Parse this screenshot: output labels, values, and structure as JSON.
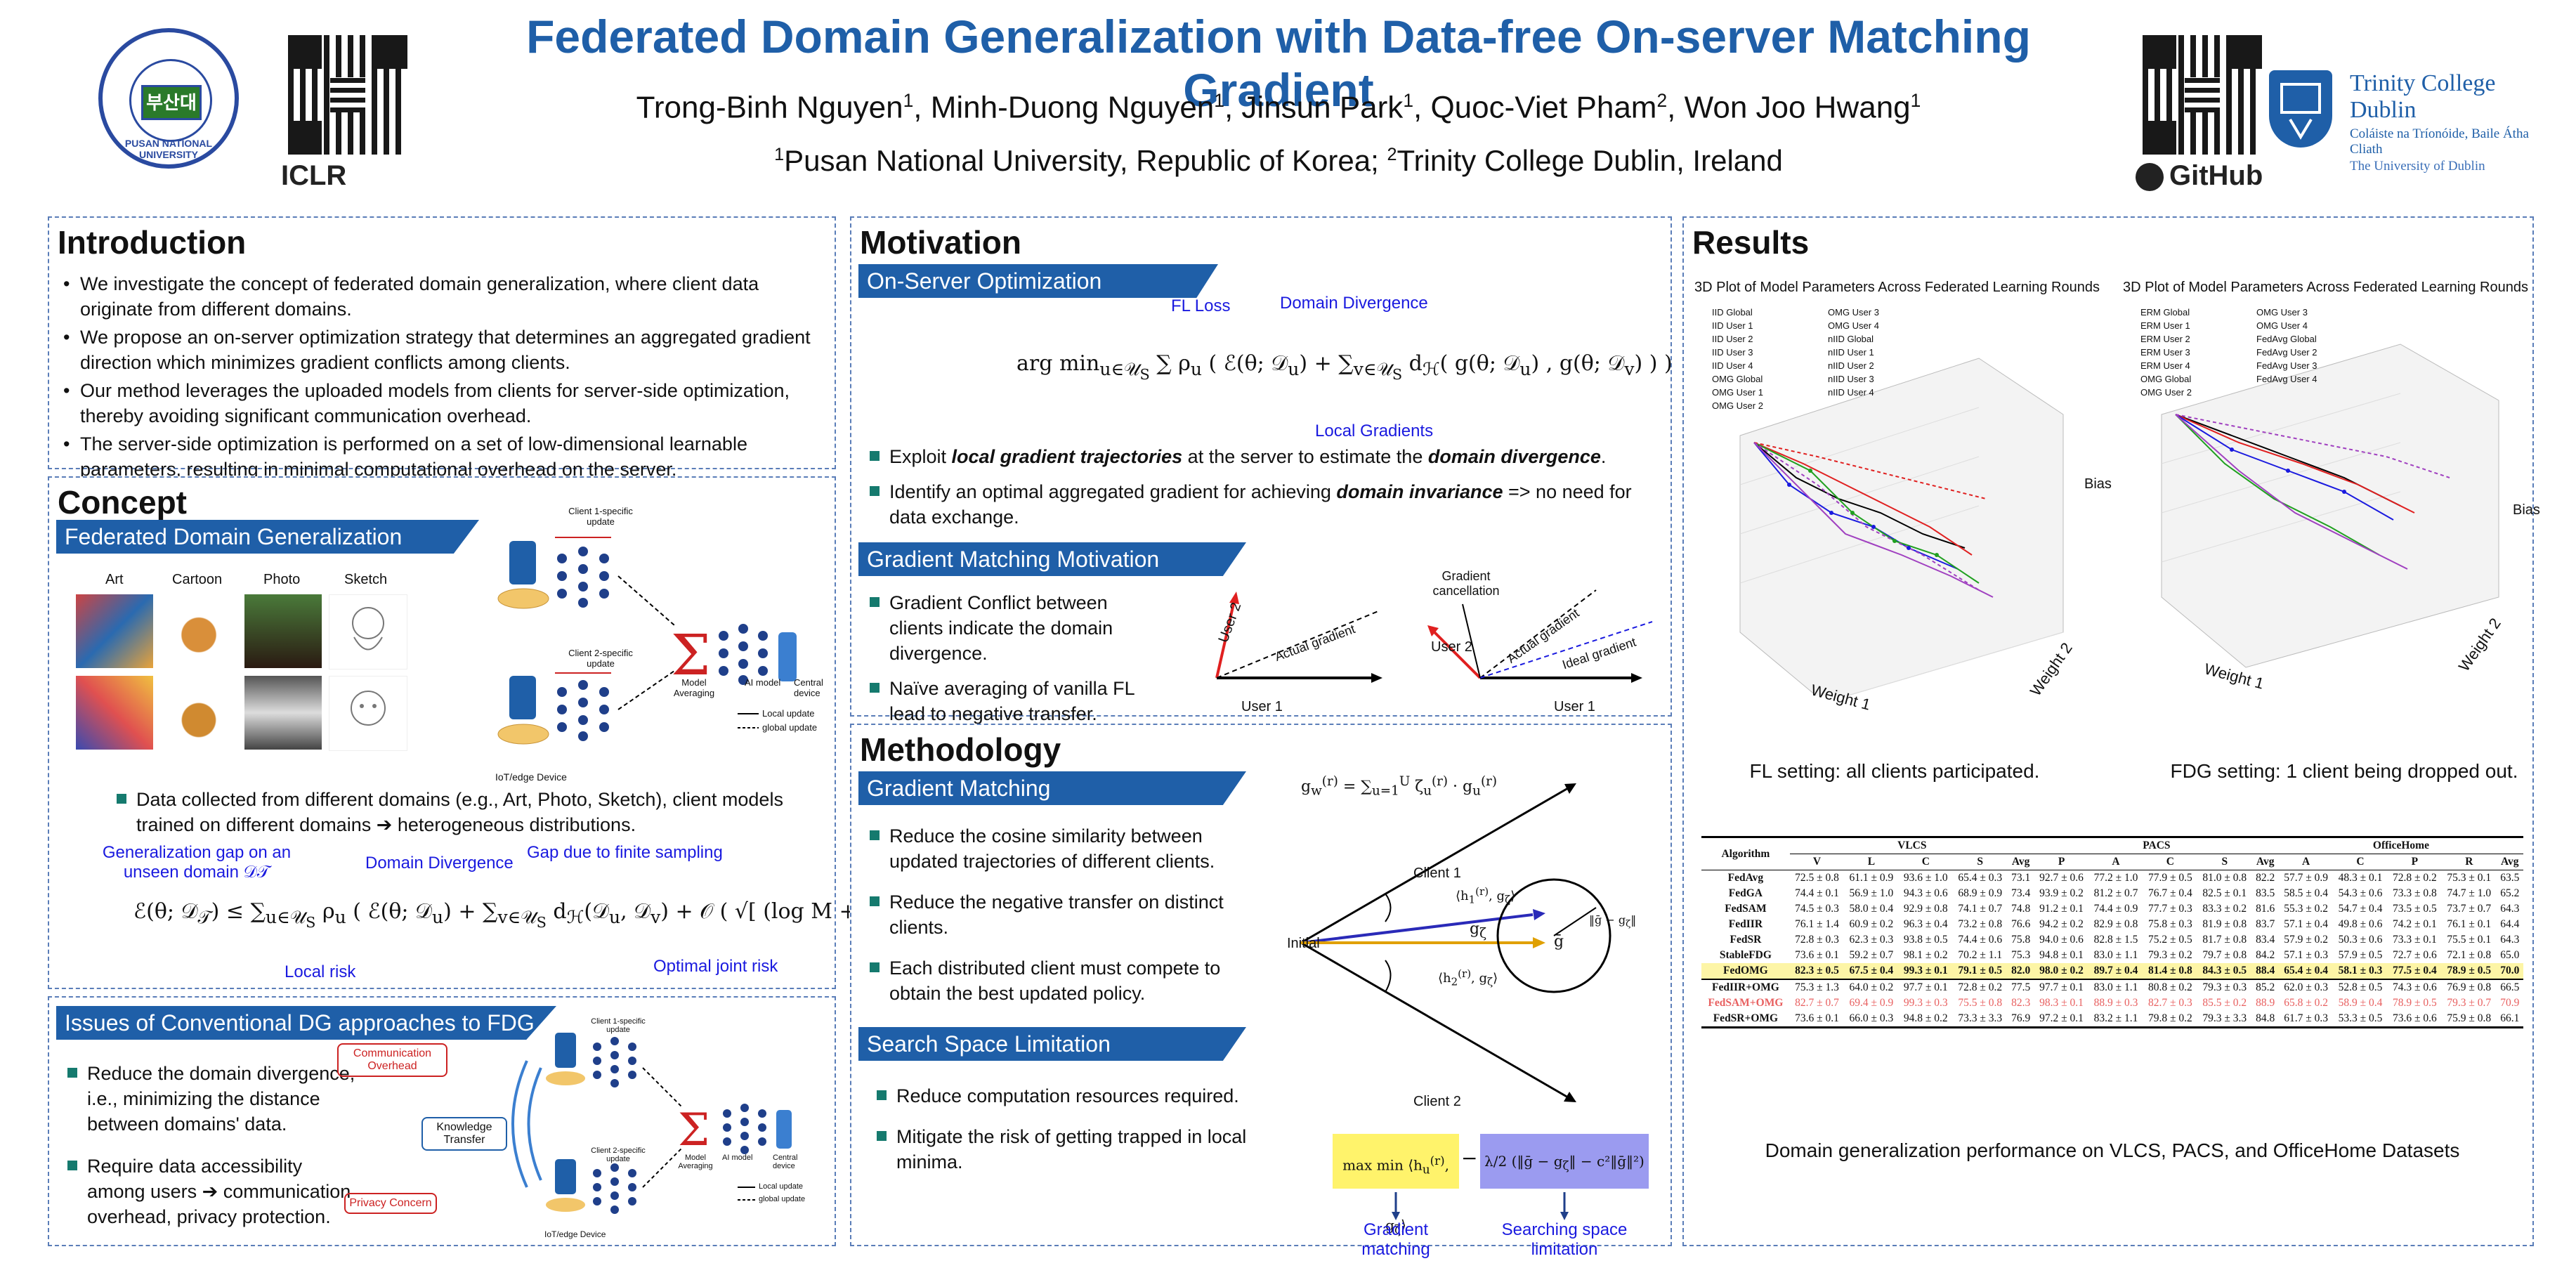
{
  "header": {
    "title": "Federated Domain Generalization with Data-free On-server Matching Gradient",
    "authors": [
      {
        "name": "Trong-Binh Nguyen",
        "aff": "1"
      },
      {
        "name": "Minh-Duong Nguyen",
        "aff": "1"
      },
      {
        "name": "Jinsun Park",
        "aff": "1"
      },
      {
        "name": "Quoc-Viet Pham",
        "aff": "2"
      },
      {
        "name": "Won Joo Hwang",
        "aff": "1"
      }
    ],
    "affiliations": [
      {
        "num": "1",
        "text": "Pusan National University, Republic of Korea;"
      },
      {
        "num": "2",
        "text": "Trinity College Dublin, Ireland"
      }
    ],
    "logo_left_text": "PUSAN NATIONAL UNIVERSITY",
    "logo_left_mark": "부산대",
    "iclr_label": "ICLR",
    "github_label": "GitHub",
    "tcd_name": "Trinity College Dublin",
    "tcd_irish": "Coláiste na Tríonóide, Baile Átha Cliath",
    "tcd_university": "The University of Dublin"
  },
  "introduction": {
    "title": "Introduction",
    "bullets": [
      "We investigate the concept of federated domain generalization, where client data originate from different domains.",
      "We propose an on-server optimization strategy that determines an aggregated gradient direction which minimizes gradient conflicts among clients.",
      "Our method leverages the uploaded models from clients for server-side optimization, thereby avoiding significant communication overhead.",
      "The server-side optimization is performed on a set of low-dimensional learnable parameters, resulting in minimal computational overhead on the server."
    ]
  },
  "concept": {
    "title": "Concept",
    "fdg_banner": "Federated Domain Generalization",
    "domains": [
      "Art",
      "Cartoon",
      "Photo",
      "Sketch"
    ],
    "client1_label": "Client 1-specific update",
    "client2_label": "Client 2-specific update",
    "model_averaging": "Model Averaging",
    "ai_model": "AI model",
    "central_device": "Central device",
    "local_update": "Local update",
    "global_update": "global update",
    "iot_device": "IoT/edge Device",
    "bullet": "Data collected from different domains (e.g., Art, Photo, Sketch), client models trained on different domains ➔ heterogeneous distributions.",
    "gen_gap": "Generalization gap on an unseen domain 𝒟𝒯",
    "domain_divergence": "Domain Divergence",
    "finite_sampling": "Gap due to finite sampling",
    "local_risk": "Local risk",
    "optimal_joint": "Optimal joint risk"
  },
  "issues": {
    "title": "Issues of Conventional DG approaches to FDG",
    "bullets": [
      "Reduce the domain divergence, i.e., minimizing the distance between domains' data.",
      "Require data accessibility among users ➔ communication overhead, privacy protection."
    ],
    "comm_overhead": "Communication Overhead",
    "knowledge_transfer": "Knowledge Transfer",
    "privacy_concern": "Privacy Concern",
    "client1_label": "Client 1-specific update",
    "client2_label": "Client 2-specific update",
    "model_averaging": "Model Averaging",
    "ai_model": "AI model",
    "central_device": "Central device",
    "local_update": "Local update",
    "global_update": "global update",
    "iot_device": "IoT/edge Device"
  },
  "motivation": {
    "title": "Motivation",
    "on_server_banner": "On-Server Optimization",
    "fl_loss": "FL Loss",
    "domain_divergence": "Domain Divergence",
    "local_gradients": "Local Gradients",
    "bullets": [
      {
        "pre": "Exploit ",
        "em": "local gradient trajectories",
        "mid": " at the server to estimate the ",
        "em2": "domain divergence",
        "post": "."
      },
      {
        "pre": "Identify an optimal aggregated gradient for achieving ",
        "em": "domain invariance",
        "mid": " => no need for data exchange.",
        "em2": "",
        "post": ""
      }
    ],
    "gm_banner": "Gradient Matching Motivation",
    "gm_bullets": [
      "Gradient Conflict between clients indicate the domain divergence.",
      "Naïve averaging of vanilla FL lead to negative transfer."
    ],
    "user1": "User 1",
    "user2": "User 2",
    "actual_gradient": "Actual gradient",
    "ideal_gradient": "Ideal gradient",
    "gradient_cancellation": "Gradient cancellation"
  },
  "methodology": {
    "title": "Methodology",
    "gm_banner": "Gradient Matching",
    "gm_bullets": [
      "Reduce the cosine similarity between updated trajectories of different clients.",
      "Reduce the negative transfer on distinct clients.",
      "Each distributed client must compete to obtain the best updated policy."
    ],
    "ss_banner": "Search Space Limitation",
    "ss_bullets": [
      "Reduce computation resources required.",
      "Mitigate the risk of getting trapped in local minima."
    ],
    "client1": "Client 1",
    "client2": "Client 2",
    "initial": "Initial",
    "grad_matching": "Gradient matching",
    "searching_space": "Searching space limitation"
  },
  "results": {
    "title": "Results",
    "plot1_title": "3D Plot of Model Parameters Across Federated Learning Rounds",
    "plot2_title": "3D Plot of Model Parameters Across Federated Learning Rounds",
    "plot1_legend": [
      "IID Global",
      "IID User 1",
      "IID User 2",
      "IID User 3",
      "IID User 4",
      "OMG Global",
      "OMG User 1",
      "OMG User 2",
      "OMG User 3",
      "OMG User 4",
      "nIID Global",
      "nIID User 1",
      "nIID User 2",
      "nIID User 3",
      "nIID User 4"
    ],
    "plot2_legend": [
      "ERM Global",
      "ERM User 1",
      "ERM User 2",
      "ERM User 3",
      "ERM User 4",
      "OMG Global",
      "OMG User 2",
      "OMG User 3",
      "OMG User 4",
      "FedAvg Global",
      "FedAvg User 2",
      "FedAvg User 3",
      "FedAvg User 4"
    ],
    "axis_w1": "Weight 1",
    "axis_w2": "Weight 2",
    "axis_bias": "Bias",
    "caption1": "FL setting: all clients participated.",
    "caption2": "FDG setting: 1 client being dropped out.",
    "table_caption": "Domain generalization performance on VLCS, PACS, and OfficeHome Datasets",
    "table": {
      "group_headers": [
        "VLCS",
        "PACS",
        "OfficeHome"
      ],
      "algo_header": "Algorithm",
      "sub_headers": [
        "V",
        "L",
        "C",
        "S",
        "Avg",
        "P",
        "A",
        "C",
        "S",
        "Avg",
        "A",
        "C",
        "P",
        "R",
        "Avg"
      ],
      "rows": [
        {
          "name": "FedAvg",
          "cells": [
            "72.5 ± 0.8",
            "61.1 ± 0.9",
            "93.6 ± 1.0",
            "65.4 ± 0.3",
            "73.1",
            "92.7 ± 0.6",
            "77.2 ± 1.0",
            "77.9 ± 0.5",
            "81.0 ± 0.8",
            "82.2",
            "57.7 ± 0.9",
            "48.3 ± 0.1",
            "72.8 ± 0.2",
            "75.3 ± 0.1",
            "63.5"
          ]
        },
        {
          "name": "FedGA",
          "cells": [
            "74.4 ± 0.1",
            "56.9 ± 1.0",
            "94.3 ± 0.6",
            "68.9 ± 0.9",
            "73.4",
            "93.9 ± 0.2",
            "81.2 ± 0.7",
            "76.7 ± 0.4",
            "82.5 ± 0.1",
            "83.5",
            "58.5 ± 0.4",
            "54.3 ± 0.6",
            "73.3 ± 0.8",
            "74.7 ± 1.0",
            "65.2"
          ]
        },
        {
          "name": "FedSAM",
          "cells": [
            "74.5 ± 0.3",
            "58.0 ± 0.4",
            "92.9 ± 0.8",
            "74.1 ± 0.7",
            "74.8",
            "91.2 ± 0.1",
            "74.4 ± 0.9",
            "77.7 ± 0.3",
            "83.3 ± 0.2",
            "81.6",
            "55.3 ± 0.2",
            "54.7 ± 0.4",
            "73.5 ± 0.5",
            "73.7 ± 0.7",
            "64.3"
          ]
        },
        {
          "name": "FedIIR",
          "cells": [
            "76.1 ± 1.4",
            "60.9 ± 0.2",
            "96.3 ± 0.4",
            "73.2 ± 0.8",
            "76.6",
            "94.2 ± 0.2",
            "82.9 ± 0.8",
            "75.8 ± 0.3",
            "81.9 ± 0.8",
            "83.7",
            "57.1 ± 0.4",
            "49.8 ± 0.6",
            "74.2 ± 0.1",
            "76.1 ± 0.1",
            "64.4"
          ]
        },
        {
          "name": "FedSR",
          "cells": [
            "72.8 ± 0.3",
            "62.3 ± 0.3",
            "93.8 ± 0.5",
            "74.4 ± 0.6",
            "75.8",
            "94.0 ± 0.6",
            "82.8 ± 1.5",
            "75.2 ± 0.5",
            "81.7 ± 0.8",
            "83.4",
            "57.9 ± 0.2",
            "50.3 ± 0.6",
            "73.3 ± 0.1",
            "75.5 ± 0.1",
            "64.3"
          ]
        },
        {
          "name": "StableFDG",
          "cells": [
            "73.6 ± 0.1",
            "59.2 ± 0.7",
            "98.1 ± 0.2",
            "70.2 ± 1.1",
            "75.3",
            "94.8 ± 0.1",
            "83.0 ± 1.1",
            "79.3 ± 0.2",
            "79.7 ± 0.8",
            "84.2",
            "57.1 ± 0.3",
            "57.9 ± 0.5",
            "72.7 ± 0.6",
            "72.1 ± 0.8",
            "65.0"
          ]
        },
        {
          "name": "FedOMG",
          "cells": [
            "82.3 ± 0.5",
            "67.5 ± 0.4",
            "99.3 ± 0.1",
            "79.1 ± 0.5",
            "82.0",
            "98.0 ± 0.2",
            "89.7 ± 0.4",
            "81.4 ± 0.8",
            "84.3 ± 0.5",
            "88.4",
            "65.4 ± 0.4",
            "58.1 ± 0.3",
            "77.5 ± 0.4",
            "78.9 ± 0.5",
            "70.0"
          ],
          "highlight": true
        },
        {
          "name": "FedIIR+OMG",
          "cells": [
            "75.3 ± 1.3",
            "64.0 ± 0.2",
            "97.7 ± 0.1",
            "72.8 ± 0.2",
            "77.5",
            "97.7 ± 0.1",
            "83.0 ± 1.1",
            "80.8 ± 0.2",
            "79.3 ± 0.3",
            "85.2",
            "62.0 ± 0.3",
            "52.8 ± 0.5",
            "74.3 ± 0.6",
            "76.9 ± 0.8",
            "66.5"
          ]
        },
        {
          "name": "FedSAM+OMG",
          "cells": [
            "82.7 ± 0.7",
            "69.4 ± 0.9",
            "99.3 ± 0.3",
            "75.5 ± 0.8",
            "82.3",
            "98.3 ± 0.1",
            "88.9 ± 0.3",
            "82.7 ± 0.3",
            "85.5 ± 0.2",
            "88.9",
            "65.8 ± 0.2",
            "58.9 ± 0.4",
            "78.9 ± 0.5",
            "79.3 ± 0.7",
            "70.9"
          ],
          "red": true
        },
        {
          "name": "FedSR+OMG",
          "cells": [
            "73.6 ± 0.1",
            "66.0 ± 0.3",
            "94.8 ± 0.2",
            "73.3 ± 3.3",
            "76.9",
            "97.2 ± 0.1",
            "83.2 ± 1.1",
            "79.8 ± 0.2",
            "79.3 ± 3.3",
            "84.8",
            "61.7 ± 0.3",
            "53.3 ± 0.5",
            "73.6 ± 0.6",
            "75.9 ± 0.8",
            "66.1"
          ]
        }
      ]
    }
  },
  "colors": {
    "accent": "#1f5fa8",
    "banner": "#1f5fa8",
    "bullet_square": "#157a6e",
    "blue_text": "#1a1adf",
    "highlight": "#fdf5a6"
  }
}
